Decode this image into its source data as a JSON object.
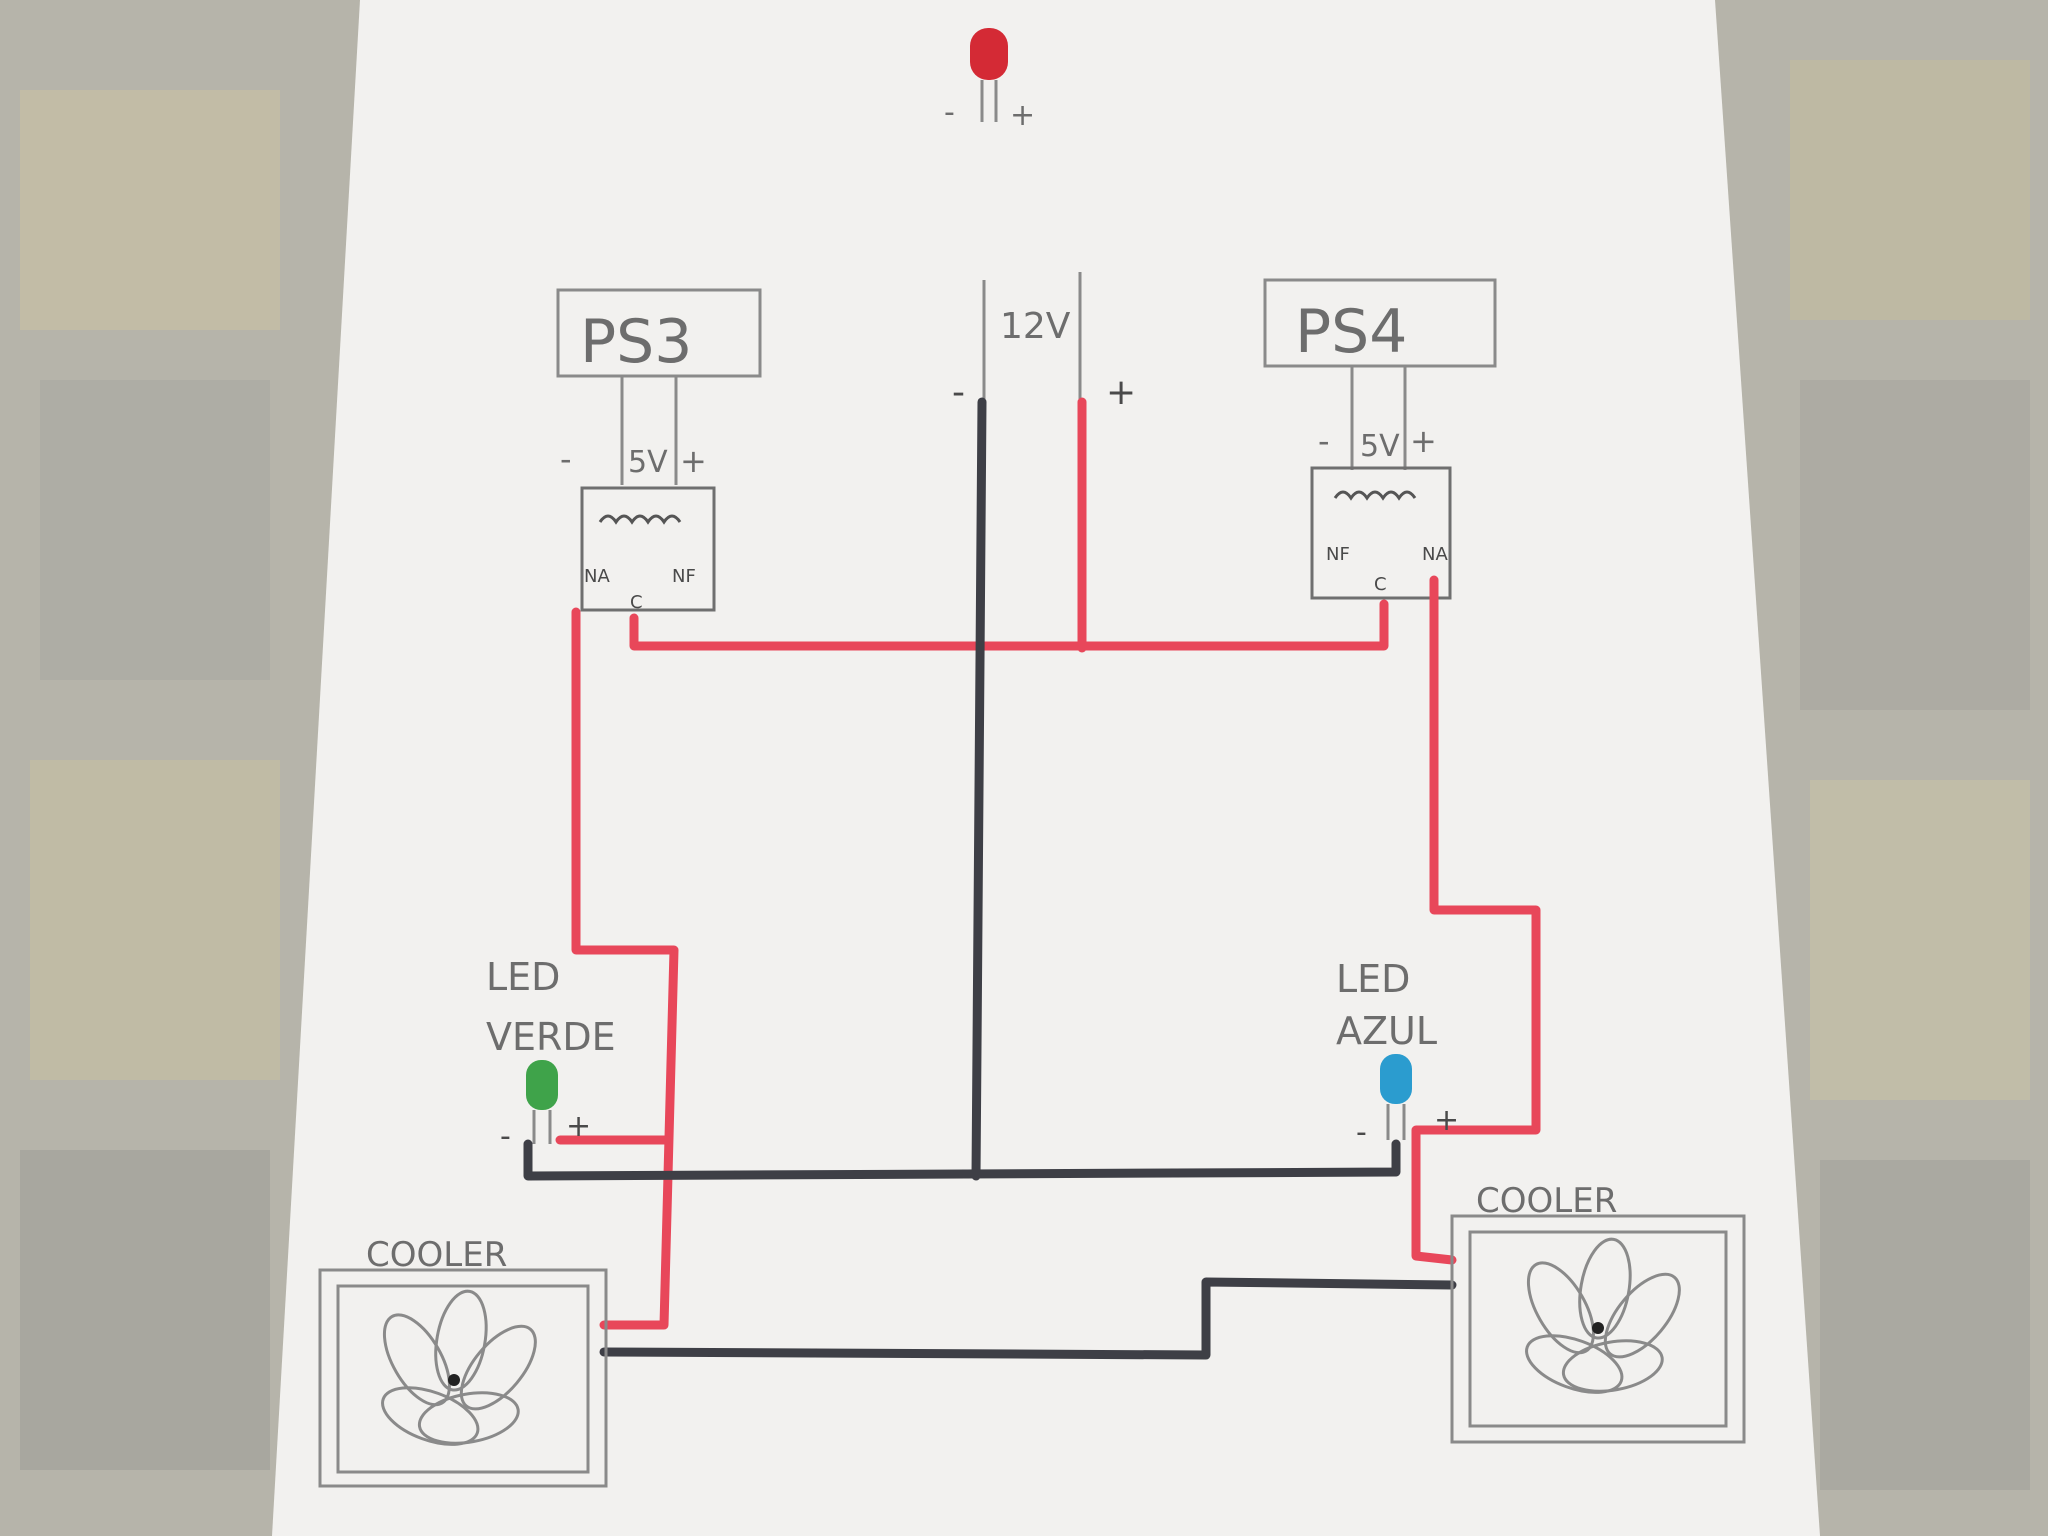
{
  "modules": {
    "ps3": "PS3",
    "ps4": "PS4"
  },
  "supply": {
    "voltage": "12V",
    "minus": "-",
    "plus": "+"
  },
  "relay_left": {
    "minus": "-",
    "voltage": "5V",
    "plus": "+",
    "pin_na": "NA",
    "pin_c": "C",
    "pin_nf": "NF"
  },
  "relay_right": {
    "minus": "-",
    "voltage": "5V",
    "plus": "+",
    "pin_nf": "NF",
    "pin_c": "C",
    "pin_na": "NA"
  },
  "led_top": {
    "minus": "-",
    "plus": "+"
  },
  "led_green": {
    "line1": "LED",
    "line2": "VERDE",
    "minus": "-",
    "plus": "+"
  },
  "led_blue": {
    "line1": "LED",
    "line2": "AZUL",
    "minus": "-",
    "plus": "+"
  },
  "cooler_left": {
    "label": "COOLER"
  },
  "cooler_right": {
    "label": "COOLER"
  },
  "colors": {
    "wire_positive": "#e8475a",
    "wire_negative": "#3e3f46",
    "led_red": "#d42a35",
    "led_green": "#3fa34a",
    "led_blue": "#2b9ccf",
    "pencil": "#8a8a8a",
    "paper": "#f1f0ee"
  }
}
